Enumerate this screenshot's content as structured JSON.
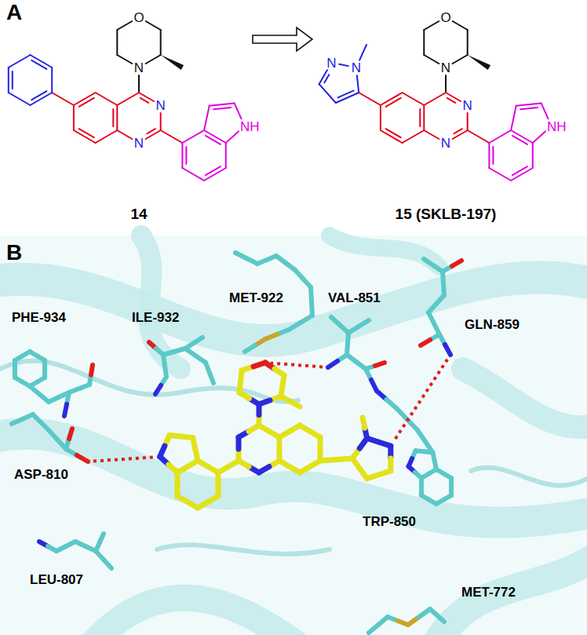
{
  "diagram": {
    "labels": [
      "A",
      "O",
      "N",
      "N",
      "NH",
      "N",
      "14",
      "O",
      "N",
      "N",
      "N",
      "N",
      "NH",
      "N",
      "15 (SKLB-197)",
      "B",
      "PHE-934",
      "ILE-932",
      "MET-922",
      "VAL-851",
      "GLN-859",
      "ASP-810",
      "TRP-850",
      "LEU-807",
      "MET-772"
    ]
  }
}
